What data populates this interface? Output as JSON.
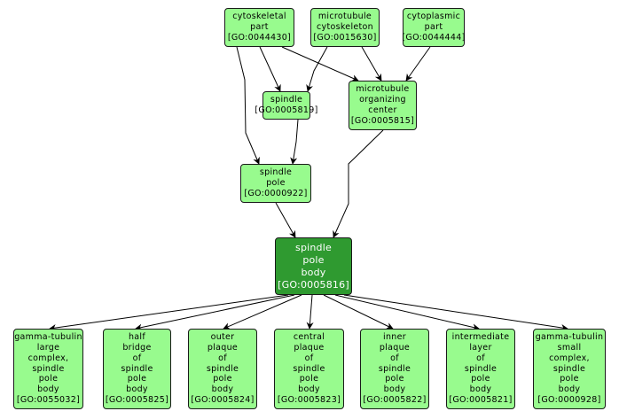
{
  "diagram": {
    "type": "GO term hierarchy",
    "colors": {
      "node_fill": "#98fb8e",
      "focal_fill": "#2f9a30",
      "node_border": "#1a1a1a",
      "edge": "#000000",
      "focal_text": "#ffffff"
    },
    "nodes": [
      {
        "id": "GO:0044430",
        "label": "cytoskeletal\npart\n[GO:0044430]",
        "focal": false
      },
      {
        "id": "GO:0015630",
        "label": "microtubule\ncytoskeleton\n[GO:0015630]",
        "focal": false
      },
      {
        "id": "GO:0044444",
        "label": "cytoplasmic\npart\n[GO:0044444]",
        "focal": false
      },
      {
        "id": "GO:0005819",
        "label": "spindle\n[GO:0005819]",
        "focal": false
      },
      {
        "id": "GO:0005815",
        "label": "microtubule\norganizing\ncenter\n[GO:0005815]",
        "focal": false
      },
      {
        "id": "GO:0000922",
        "label": "spindle\npole\n[GO:0000922]",
        "focal": false
      },
      {
        "id": "GO:0005816",
        "label": "spindle\npole\nbody\n[GO:0005816]",
        "focal": true
      },
      {
        "id": "GO:0055032",
        "label": "gamma-tubulin\nlarge\ncomplex,\nspindle\npole\nbody\n[GO:0055032]",
        "focal": false
      },
      {
        "id": "GO:0005825",
        "label": "half\nbridge\nof\nspindle\npole\nbody\n[GO:0005825]",
        "focal": false
      },
      {
        "id": "GO:0005824",
        "label": "outer\nplaque\nof\nspindle\npole\nbody\n[GO:0005824]",
        "focal": false
      },
      {
        "id": "GO:0005823",
        "label": "central\nplaque\nof\nspindle\npole\nbody\n[GO:0005823]",
        "focal": false
      },
      {
        "id": "GO:0005822",
        "label": "inner\nplaque\nof\nspindle\npole\nbody\n[GO:0005822]",
        "focal": false
      },
      {
        "id": "GO:0005821",
        "label": "intermediate\nlayer\nof\nspindle\npole\nbody\n[GO:0005821]",
        "focal": false
      },
      {
        "id": "GO:0000928",
        "label": "gamma-tubulin\nsmall\ncomplex,\nspindle\npole\nbody\n[GO:0000928]",
        "focal": false
      }
    ],
    "edges": [
      {
        "from": "GO:0044430",
        "to": "GO:0005819"
      },
      {
        "from": "GO:0044430",
        "to": "GO:0005815"
      },
      {
        "from": "GO:0044430",
        "to": "GO:0000922"
      },
      {
        "from": "GO:0015630",
        "to": "GO:0005819"
      },
      {
        "from": "GO:0015630",
        "to": "GO:0005815"
      },
      {
        "from": "GO:0044444",
        "to": "GO:0005815"
      },
      {
        "from": "GO:0005819",
        "to": "GO:0000922"
      },
      {
        "from": "GO:0000922",
        "to": "GO:0005816"
      },
      {
        "from": "GO:0005815",
        "to": "GO:0005816"
      },
      {
        "from": "GO:0005816",
        "to": "GO:0055032"
      },
      {
        "from": "GO:0005816",
        "to": "GO:0005825"
      },
      {
        "from": "GO:0005816",
        "to": "GO:0005824"
      },
      {
        "from": "GO:0005816",
        "to": "GO:0005823"
      },
      {
        "from": "GO:0005816",
        "to": "GO:0005822"
      },
      {
        "from": "GO:0005816",
        "to": "GO:0005821"
      },
      {
        "from": "GO:0005816",
        "to": "GO:0000928"
      }
    ]
  }
}
